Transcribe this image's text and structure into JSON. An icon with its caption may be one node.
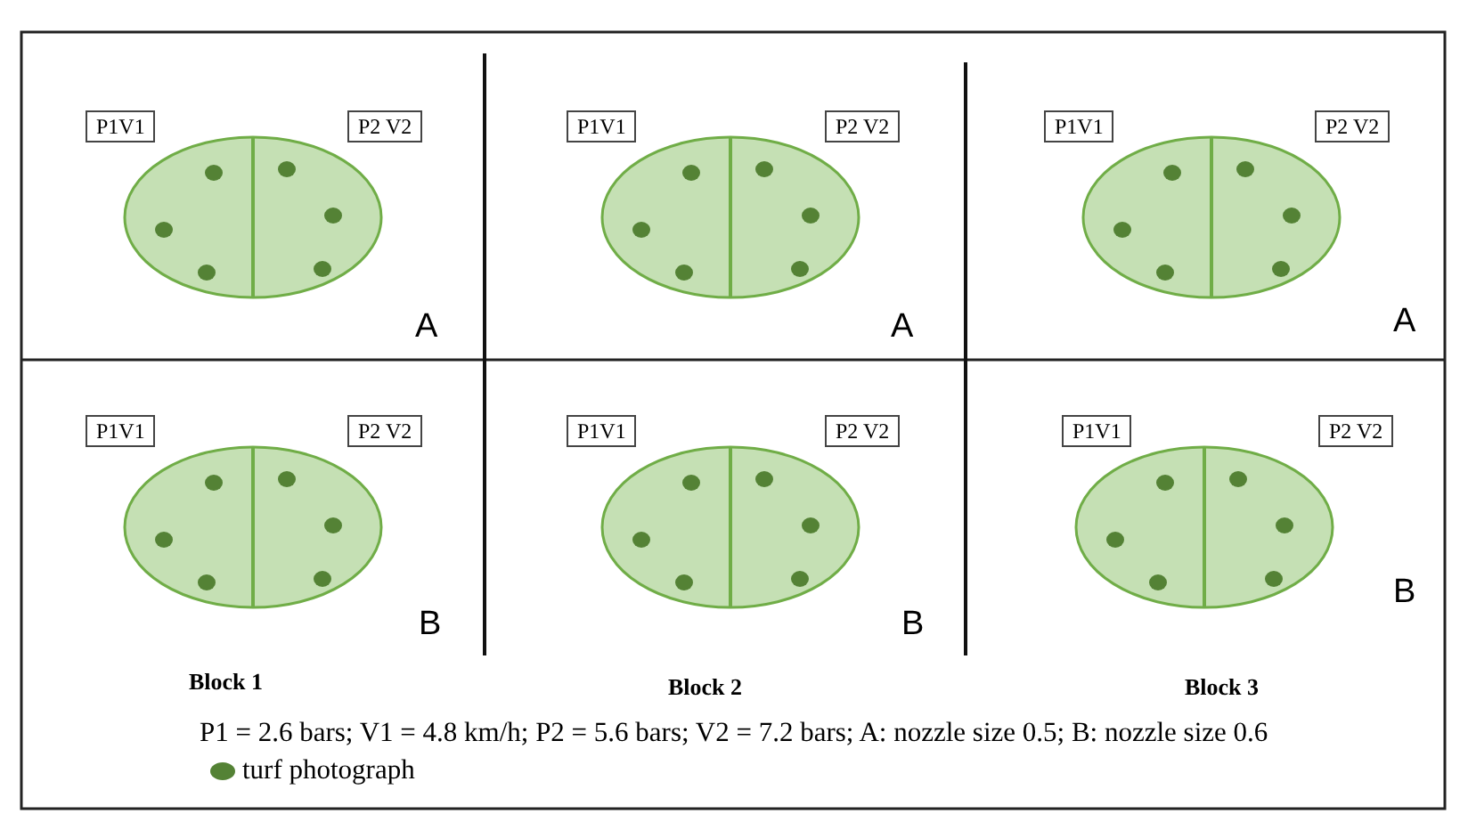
{
  "diagram": {
    "caption": "P1 = 2.6 bars; V1 = 4.8 km/h; P2 = 5.6 bars; V2 = 7.2 bars; A: nozzle size 0.5; B: nozzle size 0.6",
    "nodes": [
      {
        "text": [
          "P1V1"
        ]
      },
      {
        "text": [
          "P2 V2"
        ]
      },
      {
        "text": [
          "P1V1"
        ]
      },
      {
        "text": [
          "P2 V2"
        ]
      },
      {
        "text": [
          "P1V1"
        ]
      },
      {
        "text": [
          "P2 V2"
        ]
      },
      {
        "text": [
          "P1V1"
        ]
      },
      {
        "text": [
          "P2 V2"
        ]
      },
      {
        "text": [
          "P1V1"
        ]
      },
      {
        "text": [
          "P2 V2"
        ]
      },
      {
        "text": [
          "P1V1"
        ]
      },
      {
        "text": [
          "P2 V2"
        ]
      }
    ],
    "labels": [
      "A",
      "A",
      "A",
      "B",
      "B",
      "B",
      "Block 1",
      "Block 2",
      "Block 3"
    ],
    "legend": [
      {
        "text": "turf photograph",
        "color": "#548235"
      }
    ]
  }
}
